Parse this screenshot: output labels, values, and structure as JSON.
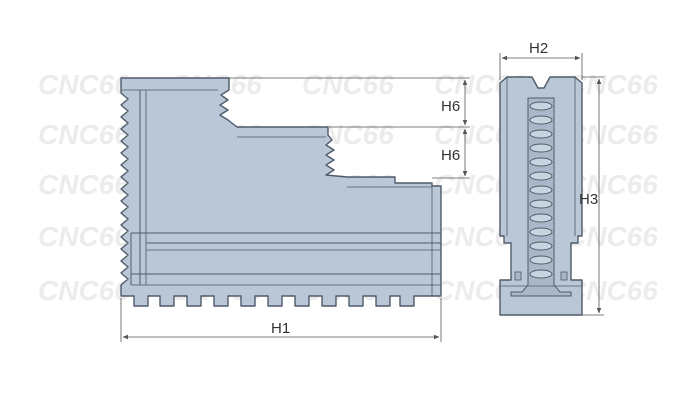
{
  "dimensions": {
    "h1": "H1",
    "h2": "H2",
    "h3": "H3",
    "h6_upper": "H6",
    "h6_lower": "H6"
  },
  "watermark": {
    "text": "CNC66"
  },
  "colors": {
    "part_fill": "#b9c7d6",
    "part_stroke": "#4f5b68",
    "dimension_line": "#555555",
    "watermark": "#ececec"
  }
}
